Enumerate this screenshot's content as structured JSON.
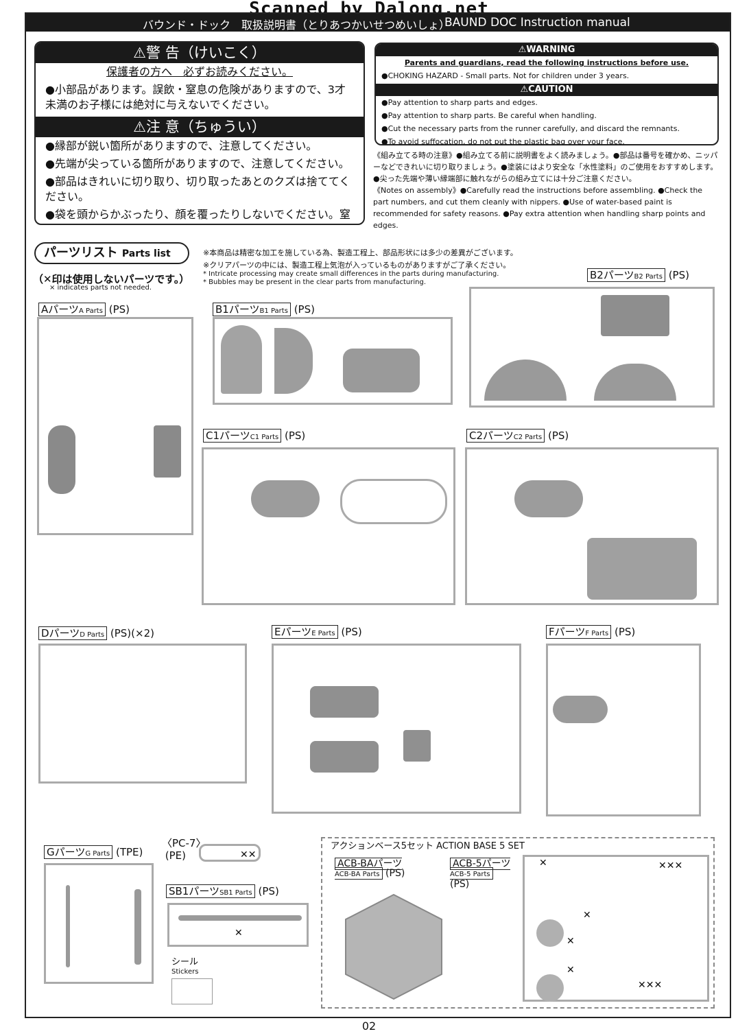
{
  "watermark": "Scanned by Dalong.net",
  "header": {
    "jp": "バウンド・ドック　取扱説明書（とりあつかいせつめいしょ）",
    "en": "BAUND DOC  Instruction manual"
  },
  "warning_jp": {
    "title": "⚠警 告（けいこく）",
    "sub": "保護者の方へ　必ずお読みください。",
    "items": [
      "●小部品があります。誤飲・窒息の危険がありますので、3才未満のお子様には絶対に与えないでください。"
    ]
  },
  "caution_jp": {
    "title": "⚠注 意（ちゅうい）",
    "items": [
      "●縁部が鋭い箇所がありますので、注意してください。",
      "●先端が尖っている箇所がありますので、注意してください。",
      "●部品はきれいに切り取り、切り取ったあとのクズは捨ててください。",
      "●袋を頭からかぶったり、顔を覆ったりしないでください。窒息する恐れがあります。"
    ]
  },
  "warning_en": {
    "title": "⚠WARNING",
    "sub": "Parents and guardians, read the following instructions before use.",
    "item": "●CHOKING HAZARD - Small parts. Not for children under 3 years."
  },
  "caution_en": {
    "title": "⚠CAUTION",
    "items": [
      "●Pay attention to sharp parts and edges.",
      "●Pay attention to sharp parts. Be careful when handling.",
      "●Cut the necessary parts from the runner carefully, and discard the remnants.",
      "●To avoid suffocation, do not put the plastic bag over your face."
    ]
  },
  "assembly_notes": {
    "jp": "《組み立てる時の注意》●組み立てる前に説明書をよく読みましょう。●部品は番号を確かめ、ニッパーなどできれいに切り取りましょう。●塗装にはより安全な「水性塗料」のご使用をおすすめします。●尖った先端や薄い縁端部に触れながらの組み立てには十分ご注意ください。",
    "en": "《Notes on assembly》●Carefully read the instructions before assembling. ●Check the part numbers, and cut them cleanly with nippers. ●Use of water-based paint is recommended for safety reasons. ●Pay extra attention when handling sharp points and edges."
  },
  "parts_list": {
    "title": "パーツリスト",
    "title_en": "Parts list",
    "not_used_jp": "（✕印は使用しないパーツです。）",
    "not_used_en": "× indicates parts not needed.",
    "notes": [
      "※本商品は精密な加工を施している為、製造工程上、部品形状には多少の差異がございます。",
      "※クリアパーツの中には、製造工程上気泡が入っているものがありますがご了承ください。",
      "* Intricate processing may create small differences in the parts during manufacturing.",
      "* Bubbles may be present in the clear parts from manufacturing."
    ]
  },
  "runners": [
    {
      "jp": "Aパーツ",
      "en": "A Parts",
      "mat": "(PS)"
    },
    {
      "jp": "B1パーツ",
      "en": "B1 Parts",
      "mat": "(PS)"
    },
    {
      "jp": "B2パーツ",
      "en": "B2 Parts",
      "mat": "(PS)"
    },
    {
      "jp": "C1パーツ",
      "en": "C1 Parts",
      "mat": "(PS)"
    },
    {
      "jp": "C2パーツ",
      "en": "C2 Parts",
      "mat": "(PS)"
    },
    {
      "jp": "Dパーツ",
      "en": "D Parts",
      "mat": "(PS)(×2)"
    },
    {
      "jp": "Eパーツ",
      "en": "E Parts",
      "mat": "(PS)"
    },
    {
      "jp": "Fパーツ",
      "en": "F Parts",
      "mat": "(PS)"
    },
    {
      "jp": "Gパーツ",
      "en": "G Parts",
      "mat": "(TPE)"
    },
    {
      "jp": "〈PC-7〉",
      "en": "",
      "mat": "(PE)"
    },
    {
      "jp": "SB1パーツ",
      "en": "SB1 Parts",
      "mat": "(PS)"
    },
    {
      "jp": "ACB-BAパーツ",
      "en": "ACB-BA Parts",
      "mat": "(PS)"
    },
    {
      "jp": "ACB-5パーツ",
      "en": "ACB-5 Parts",
      "mat": "(PS)"
    }
  ],
  "action_base": "アクションベース5セット  ACTION BASE 5 SET",
  "stickers": {
    "jp": "シール",
    "en": "Stickers"
  },
  "page_number": "02"
}
